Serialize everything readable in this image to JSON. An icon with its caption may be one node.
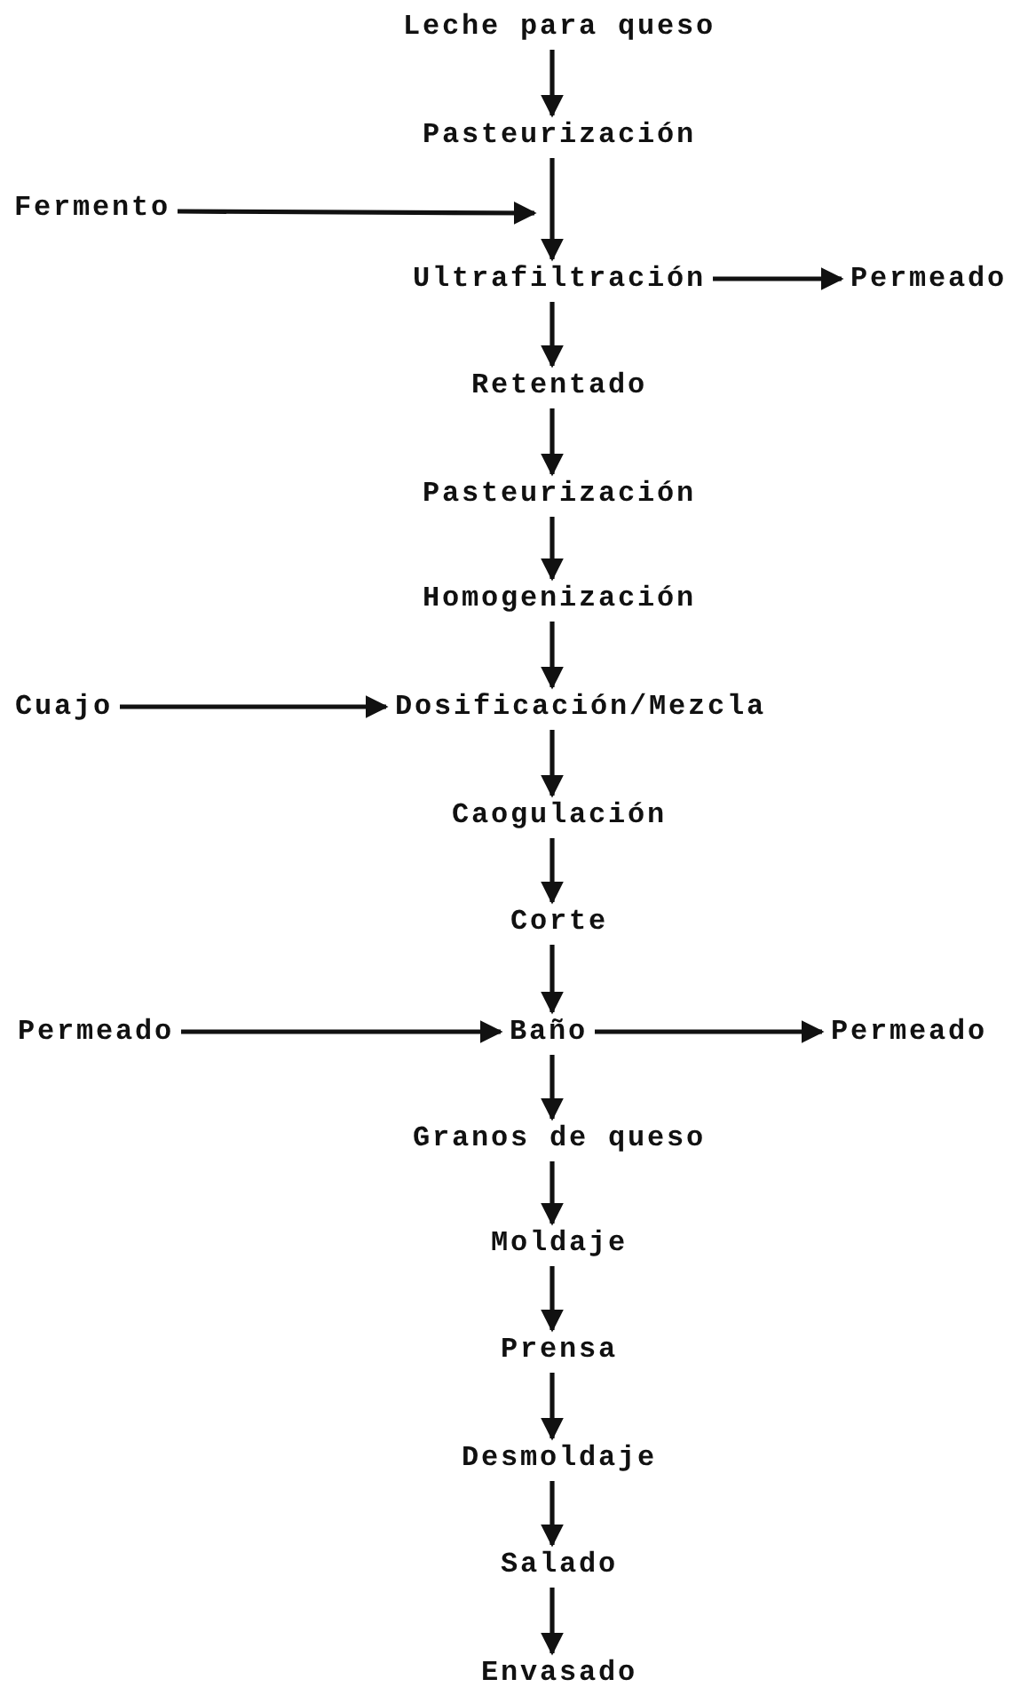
{
  "diagram": {
    "nodes": [
      {
        "text": [
          "Leche para queso"
        ]
      },
      {
        "text": [
          "Pasteurización"
        ]
      },
      {
        "text": [
          "Fermento"
        ]
      },
      {
        "text": [
          "Ultrafiltración"
        ]
      },
      {
        "text": [
          "Permeado"
        ]
      },
      {
        "text": [
          "Retentado"
        ]
      },
      {
        "text": [
          "Pasteurización"
        ]
      },
      {
        "text": [
          "Homogenización"
        ]
      },
      {
        "text": [
          "Cuajo"
        ]
      },
      {
        "text": [
          "Dosificación/Mezcla"
        ]
      },
      {
        "text": [
          "Caogulación"
        ]
      },
      {
        "text": [
          "Corte"
        ]
      },
      {
        "text": [
          "Permeado"
        ]
      },
      {
        "text": [
          "Baño"
        ]
      },
      {
        "text": [
          "Permeado"
        ]
      },
      {
        "text": [
          "Granos de queso"
        ]
      },
      {
        "text": [
          "Moldaje"
        ]
      },
      {
        "text": [
          "Prensa"
        ]
      },
      {
        "text": [
          "Desmoldaje"
        ]
      },
      {
        "text": [
          "Salado"
        ]
      },
      {
        "text": [
          "Envasado"
        ]
      }
    ],
    "edges": [
      {
        "from": 0,
        "to": 1,
        "arrow": "to"
      },
      {
        "from": 1,
        "to": 3,
        "arrow": "to"
      },
      {
        "from": 2,
        "to": 3,
        "arrow": "to"
      },
      {
        "from": 3,
        "to": 4,
        "arrow": "to"
      },
      {
        "from": 3,
        "to": 5,
        "arrow": "to"
      },
      {
        "from": 5,
        "to": 6,
        "arrow": "to"
      },
      {
        "from": 6,
        "to": 7,
        "arrow": "to"
      },
      {
        "from": 7,
        "to": 9,
        "arrow": "to"
      },
      {
        "from": 8,
        "to": 9,
        "arrow": "to"
      },
      {
        "from": 9,
        "to": 10,
        "arrow": "to"
      },
      {
        "from": 10,
        "to": 11,
        "arrow": "to"
      },
      {
        "from": 11,
        "to": 13,
        "arrow": "to"
      },
      {
        "from": 12,
        "to": 13,
        "arrow": "to"
      },
      {
        "from": 13,
        "to": 14,
        "arrow": "to"
      },
      {
        "from": 13,
        "to": 15,
        "arrow": "to"
      },
      {
        "from": 15,
        "to": 16,
        "arrow": "to"
      },
      {
        "from": 16,
        "to": 17,
        "arrow": "to"
      },
      {
        "from": 17,
        "to": 18,
        "arrow": "to"
      },
      {
        "from": 18,
        "to": 19,
        "arrow": "to"
      },
      {
        "from": 19,
        "to": 20,
        "arrow": "to"
      }
    ]
  }
}
